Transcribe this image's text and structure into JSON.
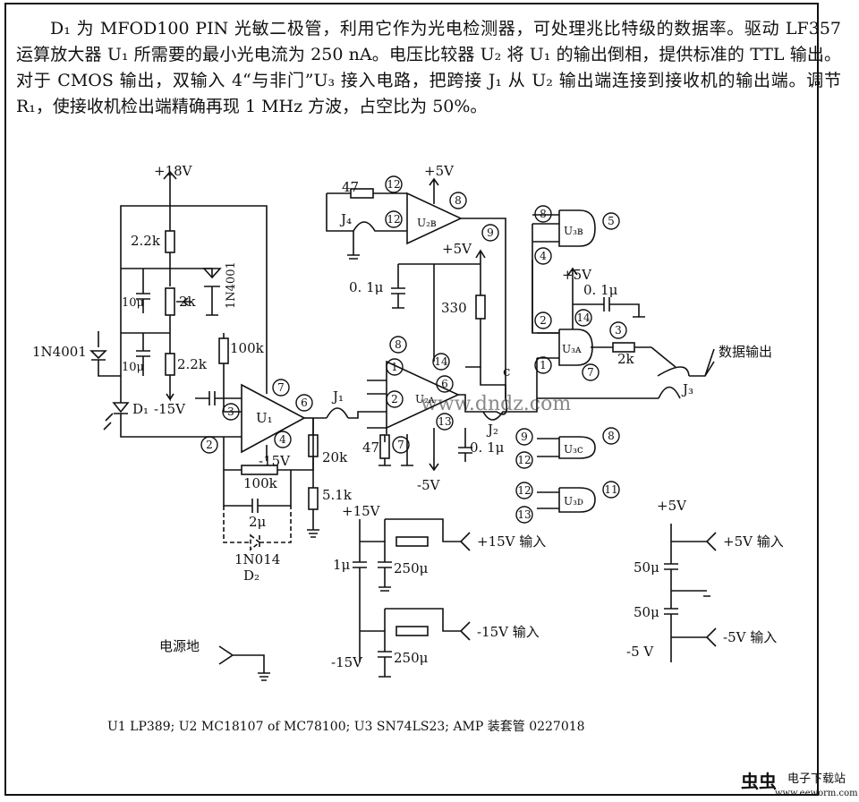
{
  "description": "D₁ 为 MFOD100 PIN 光敏二极管，利用它作为光电检测器，可处理兆比特级的数据率。驱动 LF357 运算放大器 U₁ 所需要的最小光电流为 250 nA。电压比较器 U₂ 将 U₁ 的输出倒相，提供标准的 TTL 输出。对于 CMOS 输出，双输入 4“与非门”U₃ 接入电路，把跨接 J₁ 从 U₂ 输出端连接到接收机的输出端。调节 R₁，使接收机检出端精确再现 1 MHz 方波，占空比为 50%。",
  "labels": {
    "v18": "+18V",
    "r22k_top": "2.2k",
    "cap10u_a": "10μ",
    "pot2k": "2k",
    "diode_1n4001_v": "1N4001",
    "diode_1n4001_l": "1N4001",
    "cap10u_b": "10μ",
    "r22k_bot": "2.2k",
    "r100k_v": "100k",
    "d1": "D₁",
    "m15v_d1": "-15V",
    "u1": "U₁",
    "pin7_u1": "7",
    "pin6_u1": "6",
    "pin3_u1": "3",
    "pin4_u1": "4",
    "pin2_u1": "2",
    "m15v_u1": "-15V",
    "r100k_h": "100k",
    "cap2u": "2μ",
    "d2_part": "1N014",
    "d2": "D₂",
    "r20k": "20k",
    "r51k": "5.1k",
    "r47_top": "47",
    "pin12_a": "12",
    "pin8_u2b": "8",
    "j4": "J₄",
    "pin12_b": "12",
    "u2b": "U₂в",
    "v5_u2b": "+5V",
    "pin9": "9",
    "v5_u2a": "+5V",
    "cap01u_a": "0. 1μ",
    "r330": "330",
    "pin8_u2a": "8",
    "pin1_u2a": "1",
    "pin2_u2a": "2",
    "pin14_u2a": "14",
    "pin6_u2a": "6",
    "pin7_u2a": "7",
    "pin13_u2a": "13",
    "u2a": "U₂ᴀ",
    "j1": "J₁",
    "r47_bot": "47",
    "cap01u_b": "0. 1μ",
    "m5v": "-5V",
    "j2": "J₂",
    "c_label": "c",
    "pin8_u3b": "8",
    "pin5_u3b": "5",
    "u3b": "U₃в",
    "pin4_u3": "4",
    "v5_u3": "+5V",
    "cap01u_c": "0. 1μ",
    "pin2_u3a": "2",
    "pin14_u3a": "14",
    "pin3_u3a": "3",
    "u3a": "U₃ᴀ",
    "pin1_u3a": "1",
    "pin7_u3a": "7",
    "r2k": "2k",
    "data_out": "数据输出",
    "j3": "J₃",
    "pin9_u3c": "9",
    "pin12_u3c": "12",
    "pin8_u3c": "8",
    "u3c": "U₃c",
    "pin12_u3d": "12",
    "pin13_u3d": "13",
    "pin11_u3d": "11",
    "u3d": "U₃ᴅ",
    "p15v": "+15V",
    "p15v_in": "+15V 输入",
    "cap1u": "1μ",
    "cap250u_a": "250μ",
    "m15v_in": "-15V 输入",
    "m15v_rail": "-15V",
    "cap250u_b": "250μ",
    "p5v": "+5V",
    "p5v_in": "+5V 输入",
    "cap50u_a": "50μ",
    "cap50u_b": "50μ",
    "m5v_rail": "-5 V",
    "m5v_in": "-5V 输入",
    "ground_label": "电源地"
  },
  "parts_list": "U1   LP389;    U2   MC18107 of   MC78100;    U3   SN74LS23;      AMP   装套管   0227018",
  "watermark": {
    "logo_text": "虫虫",
    "title": "电子下载站",
    "url": "www.eeworm.com"
  },
  "stamp_text": "www.dndz.com"
}
